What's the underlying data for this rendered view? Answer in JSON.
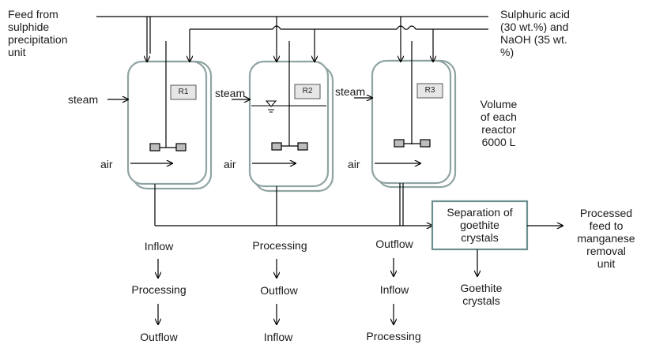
{
  "feed_label": "Feed from\nsulphide\nprecipitation\nunit",
  "reagents_label": "Sulphuric acid\n(30 wt.%)  and\nNaOH (35 wt.\n%)",
  "volume_label": "Volume\nof each\nreactor\n6000 L",
  "steam_label": "steam",
  "air_label": "air",
  "reactors": [
    {
      "tag": "R1",
      "sequence": [
        "Inflow",
        "Processing",
        "Outflow"
      ]
    },
    {
      "tag": "R2",
      "sequence": [
        "Processing",
        "Outflow",
        "Inflow"
      ]
    },
    {
      "tag": "R3",
      "sequence": [
        "Outflow",
        "Inflow",
        "Processing"
      ]
    }
  ],
  "separation_label": "Separation of\ngoethite\ncrystals",
  "goethite_label": "Goethite\ncrystals",
  "processed_label": "Processed\nfeed to\nmanganese\nremoval unit",
  "colors": {
    "vessel": "#8fa3a3",
    "separator": "#6e8f8f",
    "line": "#000000"
  }
}
